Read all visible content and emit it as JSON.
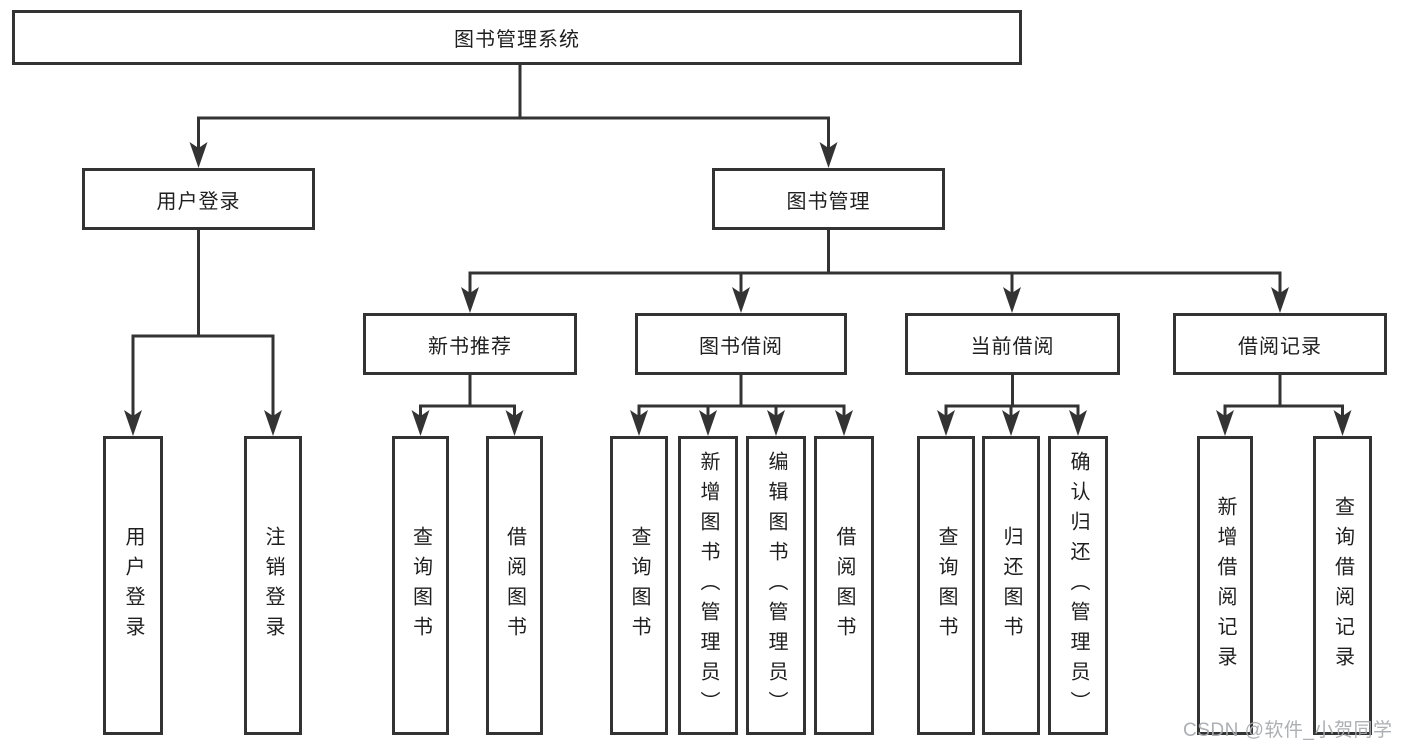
{
  "colors": {
    "line": "#333333",
    "box_border": "#333333",
    "text": "#1f1f1f",
    "watermark": "#a8acb1",
    "background": "#ffffff"
  },
  "watermark": "CSDN @软件_小贺同学",
  "tree": {
    "label": "图书管理系统",
    "children": [
      {
        "label": "用户登录",
        "children": [
          {
            "label": "用户登录"
          },
          {
            "label": "注销登录"
          }
        ]
      },
      {
        "label": "图书管理",
        "children": [
          {
            "label": "新书推荐",
            "children": [
              {
                "label": "查询图书"
              },
              {
                "label": "借阅图书"
              }
            ]
          },
          {
            "label": "图书借阅",
            "children": [
              {
                "label": "查询图书"
              },
              {
                "label": "新增图书（管理员）"
              },
              {
                "label": "编辑图书（管理员）"
              },
              {
                "label": "借阅图书"
              }
            ]
          },
          {
            "label": "当前借阅",
            "children": [
              {
                "label": "查询图书"
              },
              {
                "label": "归还图书"
              },
              {
                "label": "确认归还（管理员）"
              }
            ]
          },
          {
            "label": "借阅记录",
            "children": [
              {
                "label": "新增借阅记录"
              },
              {
                "label": "查询借阅记录"
              }
            ]
          }
        ]
      }
    ]
  }
}
